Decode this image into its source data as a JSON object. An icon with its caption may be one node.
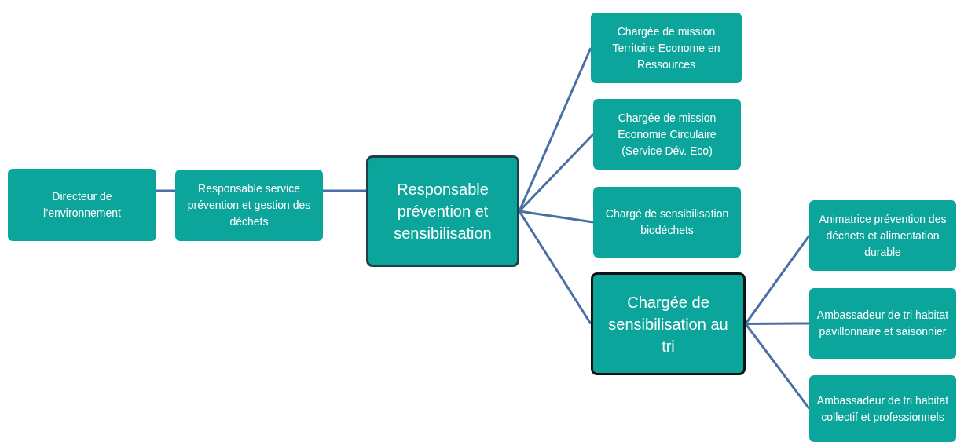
{
  "diagram": {
    "nodes": [
      {
        "text": [
          "Directeur de l’environnement"
        ]
      },
      {
        "text": [
          "Responsable service prévention et gestion des déchets"
        ]
      },
      {
        "text": [
          "Responsable prévention et sensibilisation"
        ]
      },
      {
        "text": [
          "Chargée de mission Territoire Econome en Ressources"
        ]
      },
      {
        "text": [
          "Chargée de mission Economie Circulaire (Service Dév. Eco)"
        ]
      },
      {
        "text": [
          "Chargé de sensibilisation biodéchets"
        ]
      },
      {
        "text": [
          "Chargée de sensibilisation au tri"
        ]
      },
      {
        "text": [
          "Animatrice prévention des déchets et alimentation durable"
        ]
      },
      {
        "text": [
          "Ambassadeur de tri habitat pavillonnaire et saisonnier"
        ]
      },
      {
        "text": [
          "Ambassadeur de tri habitat collectif et professionnels"
        ]
      }
    ],
    "edges": [
      {
        "from": 0,
        "to": 1,
        "arrow": "none"
      },
      {
        "from": 1,
        "to": 2,
        "arrow": "none"
      },
      {
        "from": 2,
        "to": 3,
        "arrow": "none"
      },
      {
        "from": 2,
        "to": 4,
        "arrow": "none"
      },
      {
        "from": 2,
        "to": 5,
        "arrow": "none"
      },
      {
        "from": 2,
        "to": 6,
        "arrow": "none"
      },
      {
        "from": 6,
        "to": 7,
        "arrow": "none"
      },
      {
        "from": 6,
        "to": 8,
        "arrow": "none"
      },
      {
        "from": 6,
        "to": 9,
        "arrow": "none"
      }
    ]
  }
}
